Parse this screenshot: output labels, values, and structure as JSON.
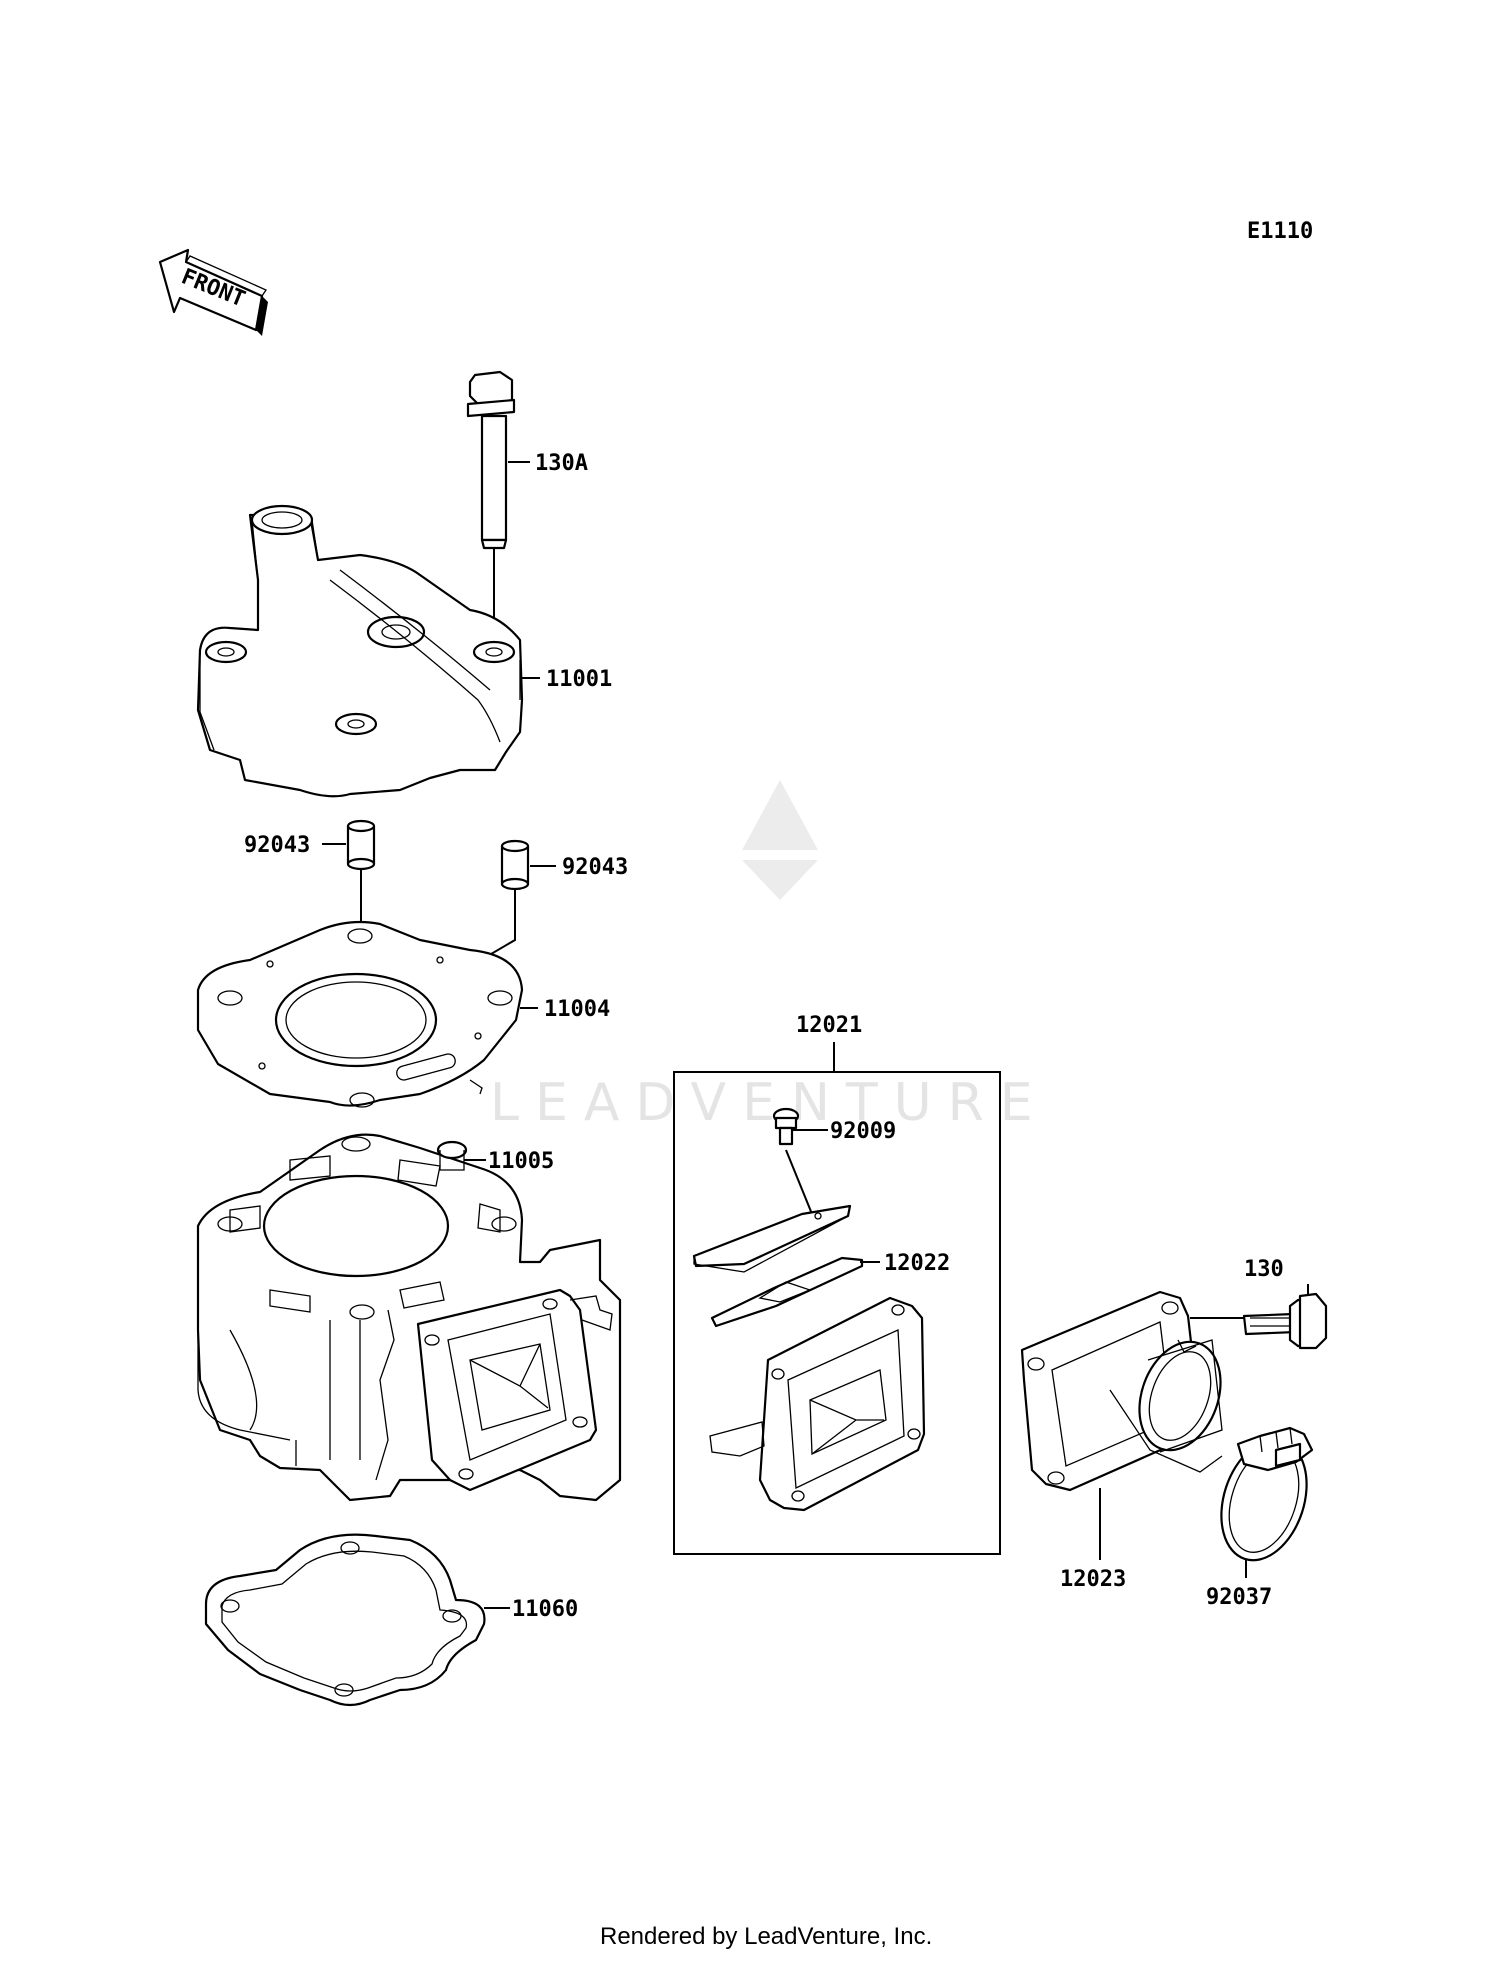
{
  "diagram_code": "E1110",
  "front_label": "FRONT",
  "watermark": "LEADVENTURE",
  "footer": "Rendered by LeadVenture, Inc.",
  "callouts": {
    "bolt_130A": "130A",
    "cylinder_head": "11001",
    "dowel_left": "92043",
    "dowel_right": "92043",
    "head_gasket": "11004",
    "cylinder": "11005",
    "base_gasket": "11060",
    "reed_valve_assembly": "12021",
    "reed_screw": "92009",
    "reed_petal": "12022",
    "bolt_130": "130",
    "intake_manifold": "12023",
    "hose_clamp": "92037"
  }
}
